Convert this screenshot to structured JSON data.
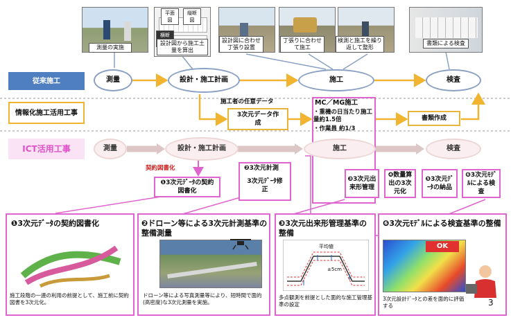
{
  "photos": [
    {
      "caption": "測量の実施"
    },
    {
      "caption": "設計図から施工土量を算出",
      "tag1": "平面図",
      "tag2": "縦断図",
      "tag3": "横断図"
    },
    {
      "caption": "設計図に合わせ丁張り設置"
    },
    {
      "caption": "丁張りに合わせて施工"
    },
    {
      "caption": "検測と施工を繰り返して整形"
    },
    {
      "caption": "書類による検査"
    }
  ],
  "lanes": {
    "conventional": {
      "label": "従来施工",
      "steps": [
        "測量",
        "設計・施工計画",
        "施工",
        "検査"
      ]
    },
    "info": {
      "label": "情報化施工活用工事",
      "note": "施工者の任意データ",
      "data_box": "3次元データ作成",
      "mcmg_title": "MC／MG施工",
      "mcmg_lines": [
        "・重機の日当たり施工量約1.5倍",
        "・作業員 約1/3"
      ],
      "docs_box": "書類作成"
    },
    "ict": {
      "label": "ICT活用工事",
      "steps": [
        "測量",
        "設計・施工計画",
        "施工",
        "検査"
      ]
    }
  },
  "contract_label": "契約図書化",
  "ict_steps": [
    {
      "text": "❶3次元ﾃﾞｰﾀの契約図書化"
    },
    {
      "title": "❷3次元計測",
      "text": "3次元ﾃﾞｰﾀ修正"
    },
    {
      "text": "❸3次元出来形管理"
    },
    {
      "text": "❹数量算出の3次元化"
    },
    {
      "text": "❺3次元ﾃﾞｰﾀの納品"
    },
    {
      "text": "❻3次元ﾓﾃﾞﾙによる検査"
    }
  ],
  "panels": [
    {
      "title": "❶3次元ﾃﾞｰﾀの契約図書化",
      "desc": "施工段階の一連の利用の前提として、施工前に契約図書を3次元化。"
    },
    {
      "title": "❷ドローン等による3次元計測基準の整備測量",
      "desc": "ドローン等による写真測量等により、短時間で面的(高密度)な3次元測量を実施。"
    },
    {
      "title": "❸3次元出来形管理基準の整備",
      "desc": "多点観測を前提とした面的な施工管理基準の設定",
      "label_avg": "平均値",
      "label_tol": "±5cm"
    },
    {
      "title": "❻3次元ﾓﾃﾞﾙによる検査基準の整備",
      "desc": "3次元設計ﾃﾞｰﾀとの差を面的に評価する",
      "ok": "OK"
    }
  ],
  "page_number": "3",
  "colors": {
    "conventional_lane": "#4f7fc1",
    "info_lane": "#f0b430",
    "ict_lane": "#e050c8",
    "ict_arrow": "#dcc6c6"
  }
}
